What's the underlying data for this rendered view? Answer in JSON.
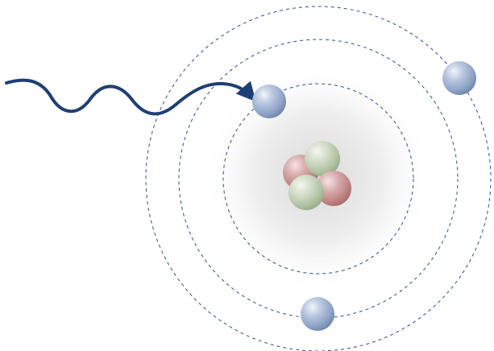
{
  "diagram": {
    "kind": "atom-photon-absorption",
    "orbit_count": 3,
    "orbit_style": "dashed",
    "electron_count": 3,
    "nucleus_particle_count": 4,
    "photon": {
      "shape": "wavy-arrow",
      "target": "inner-orbit-electron"
    },
    "colors": {
      "background": "#ffffff",
      "orbit_line": "#2f4f87",
      "photon": "#1e3f73",
      "electron": "#8fa8d1",
      "proton": "#c98a8a",
      "neutron": "#a9c29a",
      "glow": "#d8d8d8"
    }
  }
}
